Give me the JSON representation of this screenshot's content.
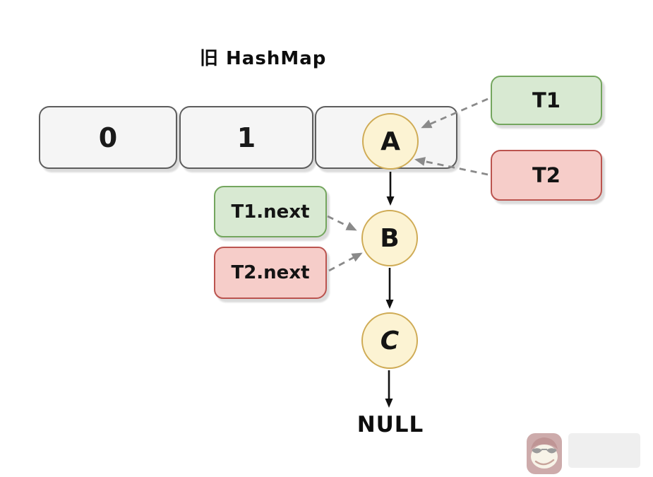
{
  "title": "旧 HashMap",
  "buckets": {
    "cells": [
      {
        "label": "0"
      },
      {
        "label": "1"
      },
      {
        "label": ""
      }
    ]
  },
  "nodes": [
    {
      "label": "A"
    },
    {
      "label": "B"
    },
    {
      "label": "C"
    }
  ],
  "terminator": "NULL",
  "pointers": [
    {
      "label": "T1",
      "thread": "T1"
    },
    {
      "label": "T2",
      "thread": "T2"
    },
    {
      "label": "T1.next",
      "thread": "T1"
    },
    {
      "label": "T2.next",
      "thread": "T2"
    }
  ],
  "colors": {
    "bucket_fill": "#f5f5f5",
    "bucket_border": "#5d5d5d",
    "node_fill": "#fcf3d3",
    "node_border": "#cfab55",
    "thread1_fill": "#d8e9d2",
    "thread1_border": "#74a65e",
    "thread2_fill": "#f6cdc9",
    "thread2_border": "#bb544f",
    "solid_arrow": "#111111",
    "dashed_arrow": "#8a8a8a"
  },
  "icons": {
    "watermark": "monkey-with-sunglasses"
  }
}
